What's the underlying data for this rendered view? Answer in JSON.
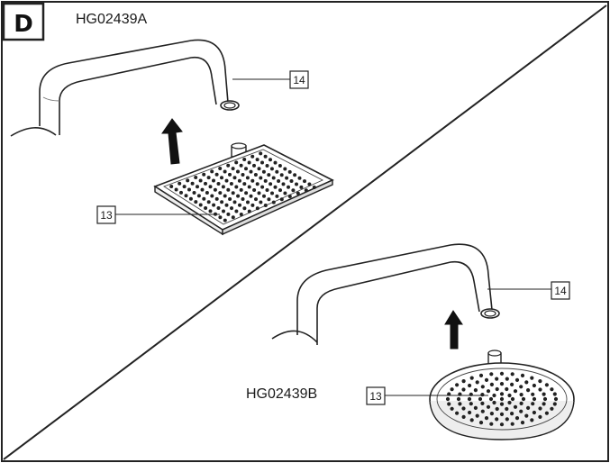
{
  "step_letter": "D",
  "variant_a": {
    "model": "HG02439A",
    "shower_head_callout": "13",
    "shower_arm_callout": "14"
  },
  "variant_b": {
    "model": "HG02439B",
    "shower_head_callout": "13",
    "shower_arm_callout": "14"
  },
  "icons": {
    "up_arrow": "direction-up-arrow-icon",
    "square_head": "square-rain-shower-head",
    "round_head": "round-rain-shower-head",
    "arm": "shower-arm"
  }
}
